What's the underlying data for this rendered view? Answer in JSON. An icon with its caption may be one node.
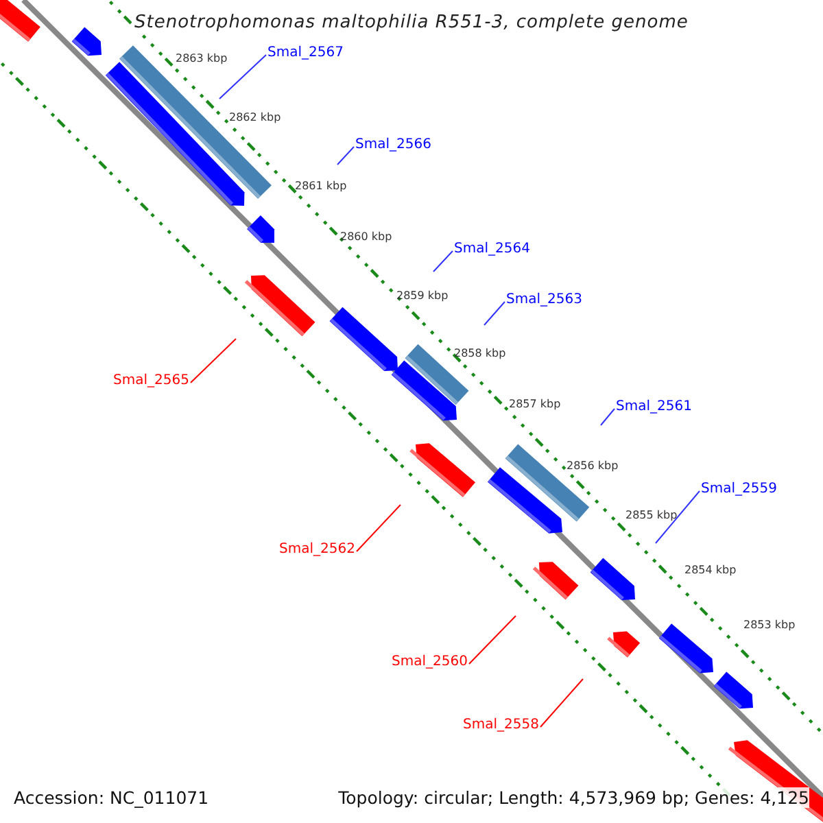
{
  "diagram": {
    "title": "Stenotrophomonas maltophilia R551-3, complete genome",
    "nodes": [
      {
        "text": [
          "Smal_2567"
        ]
      },
      {
        "text": [
          "Smal_2566"
        ]
      },
      {
        "text": [
          "Smal_2564"
        ]
      },
      {
        "text": [
          "Smal_2563"
        ]
      },
      {
        "text": [
          "Smal_2565"
        ]
      },
      {
        "text": [
          "Smal_2561"
        ]
      },
      {
        "text": [
          "Smal_2559"
        ]
      },
      {
        "text": [
          "Smal_2562"
        ]
      },
      {
        "text": [
          "Smal_2560"
        ]
      },
      {
        "text": [
          "Smal_2558"
        ]
      }
    ],
    "edges": [
      {
        "from": 0,
        "to": null,
        "arrow": "none"
      },
      {
        "from": 1,
        "to": null,
        "arrow": "none"
      },
      {
        "from": 2,
        "to": null,
        "arrow": "none"
      },
      {
        "from": 3,
        "to": null,
        "arrow": "none"
      },
      {
        "from": 4,
        "to": null,
        "arrow": "none",
        "color": "#ff0000"
      },
      {
        "from": 5,
        "to": null,
        "arrow": "none"
      },
      {
        "from": 6,
        "to": null,
        "arrow": "none"
      },
      {
        "from": 7,
        "to": null,
        "arrow": "none",
        "color": "#ff0000"
      },
      {
        "from": 8,
        "to": null,
        "arrow": "none",
        "color": "#ff0000"
      },
      {
        "from": 9,
        "to": null,
        "arrow": "none",
        "color": "#ff0000"
      }
    ],
    "labels": [
      "2863 kbp",
      "2862 kbp",
      "2861 kbp",
      "2860 kbp",
      "2859 kbp",
      "2858 kbp",
      "2857 kbp",
      "2856 kbp",
      "2855 kbp",
      "2854 kbp",
      "2853 kbp",
      "Accession: NC_011071",
      "Topology: circular; Length: 4,573,969 bp; Genes: 4,125"
    ]
  }
}
